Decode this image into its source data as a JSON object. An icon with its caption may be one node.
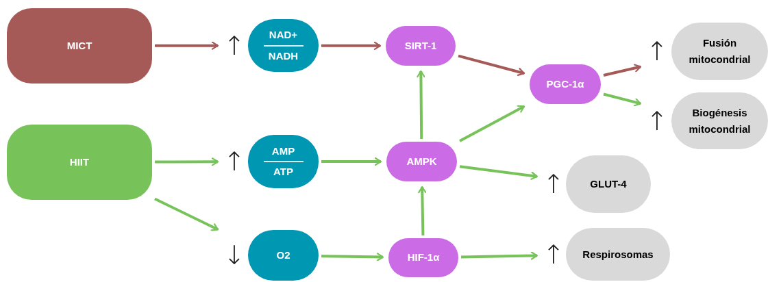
{
  "diagram": {
    "nodes": [
      {
        "text": [
          "MICT"
        ]
      },
      {
        "text": [
          "HIIT"
        ]
      },
      {
        "text": [
          "NAD+",
          "NADH"
        ],
        "beside": [
          "↑"
        ]
      },
      {
        "text": [
          "AMP",
          "ATP"
        ],
        "beside": [
          "↑"
        ]
      },
      {
        "text": [
          "O2"
        ],
        "beside": [
          "↓"
        ]
      },
      {
        "text": [
          "SIRT-1"
        ]
      },
      {
        "text": [
          "AMPK"
        ]
      },
      {
        "text": [
          "HIF-1α"
        ]
      },
      {
        "text": [
          "PGC-1α"
        ]
      },
      {
        "text": [
          "Fusión mitocondrial"
        ],
        "beside": [
          "↑"
        ]
      },
      {
        "text": [
          "Biogénesis mitocondrial"
        ],
        "beside": [
          "↑"
        ]
      },
      {
        "text": [
          "GLUT-4"
        ],
        "beside": [
          "↑"
        ]
      },
      {
        "text": [
          "Respirosomas"
        ],
        "beside": [
          "↑"
        ]
      }
    ],
    "edges": [
      {
        "from": 0,
        "to": 2,
        "arrow": "to",
        "color": "#a65a57"
      },
      {
        "from": 2,
        "to": 5,
        "arrow": "to",
        "color": "#a65a57"
      },
      {
        "from": 5,
        "to": 8,
        "arrow": "to",
        "color": "#a65a57"
      },
      {
        "from": 8,
        "to": 9,
        "arrow": "to",
        "color": "#a65a57"
      },
      {
        "from": 8,
        "to": 10,
        "arrow": "to"
      },
      {
        "from": 1,
        "to": 3,
        "arrow": "to"
      },
      {
        "from": 1,
        "to": 4,
        "arrow": "to"
      },
      {
        "from": 3,
        "to": 6,
        "arrow": "to"
      },
      {
        "from": 4,
        "to": 7,
        "arrow": "to"
      },
      {
        "from": 7,
        "to": 6,
        "arrow": "to"
      },
      {
        "from": 6,
        "to": 5,
        "arrow": "to"
      },
      {
        "from": 6,
        "to": 8,
        "arrow": "to"
      },
      {
        "from": 6,
        "to": 11,
        "arrow": "to"
      },
      {
        "from": 7,
        "to": 12,
        "arrow": "to"
      }
    ]
  }
}
